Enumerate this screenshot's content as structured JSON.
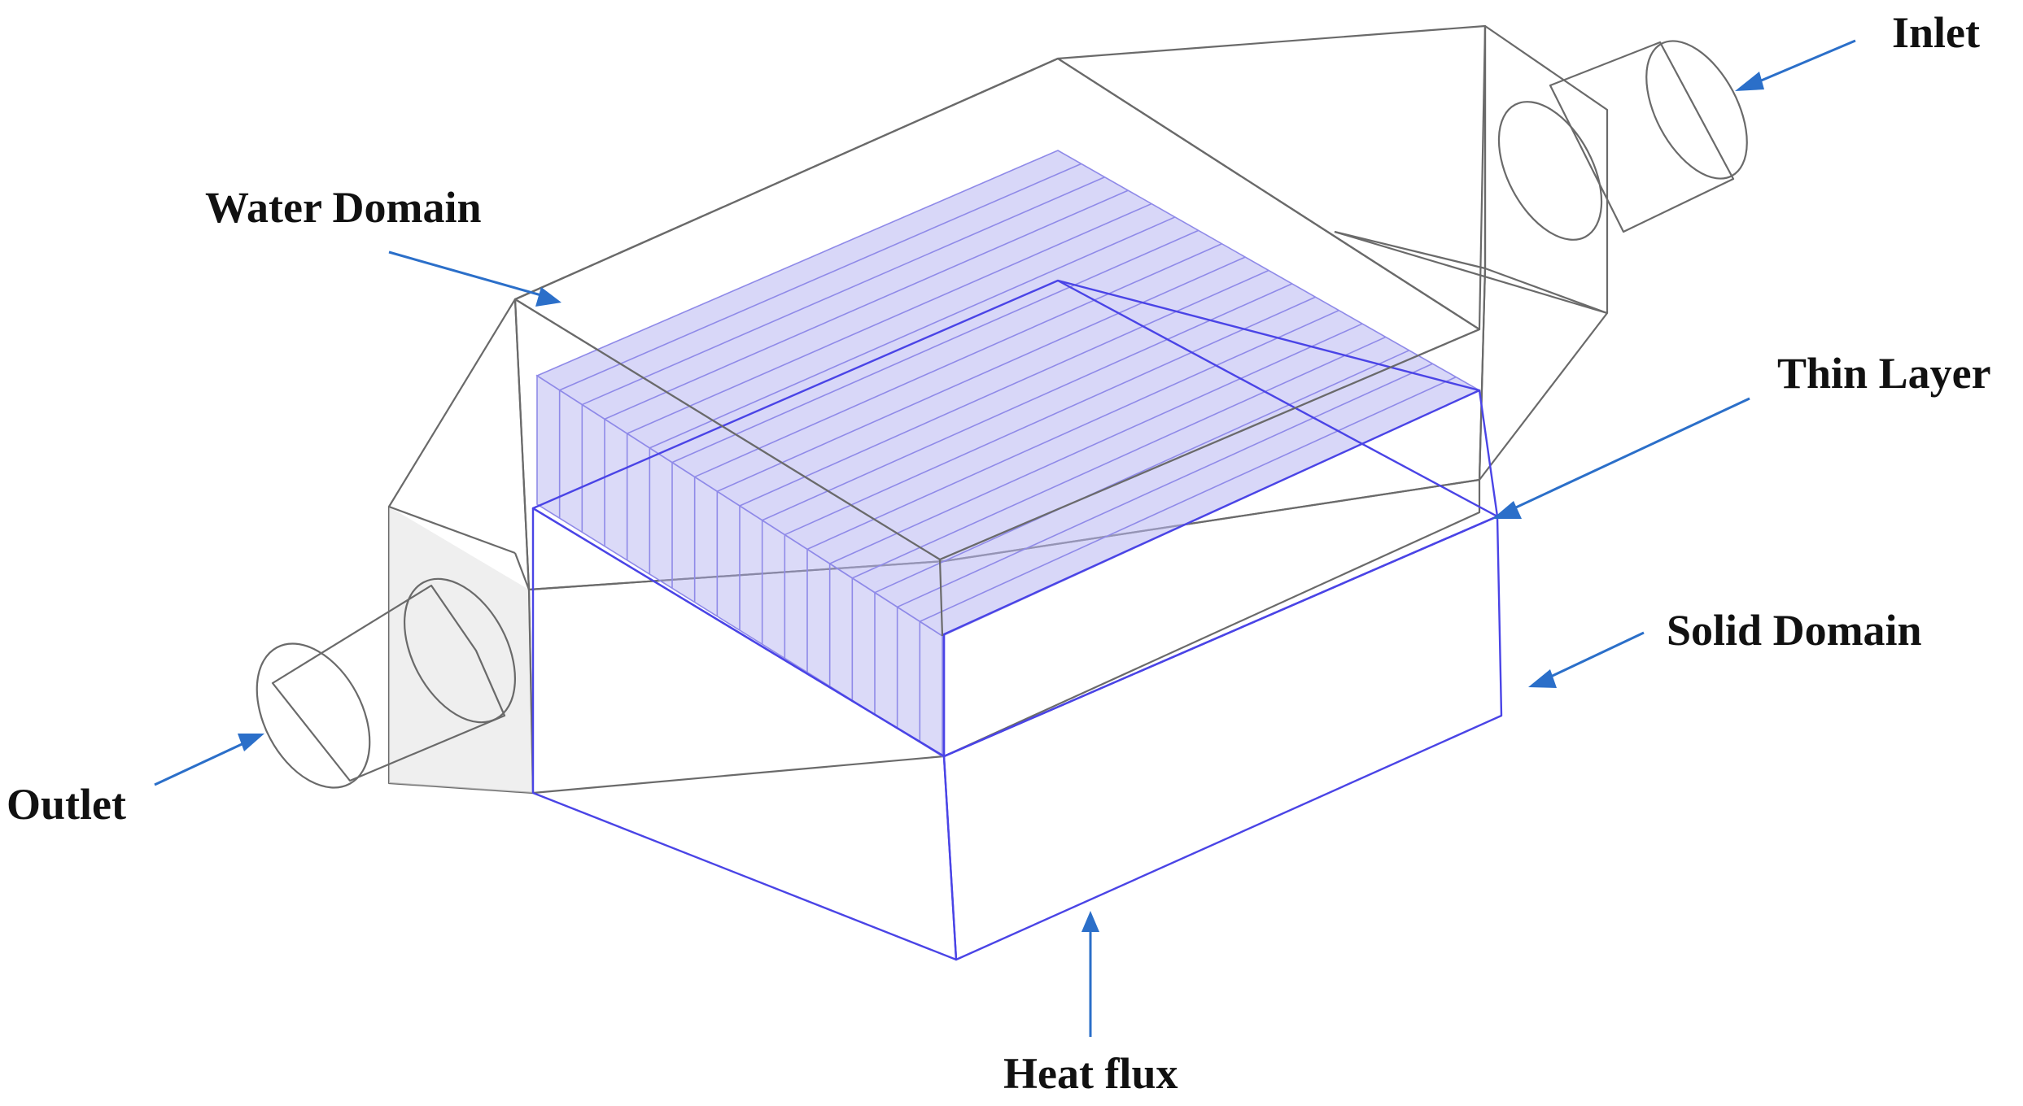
{
  "diagram": {
    "labels": {
      "inlet": "Inlet",
      "water_domain": "Water Domain",
      "thin_layer": "Thin Layer",
      "solid_domain": "Solid Domain",
      "outlet": "Outlet",
      "heat_flux": "Heat flux"
    },
    "fin_count": 18,
    "colors": {
      "housing_fill": "#cfcfcf",
      "housing_edge": "#6a6a6a",
      "fluid_fill": "#bcbcf5",
      "solid_fill": "#a9a6ee",
      "solid_edge": "#4a44e6",
      "arrow": "#2b6fc9"
    }
  }
}
